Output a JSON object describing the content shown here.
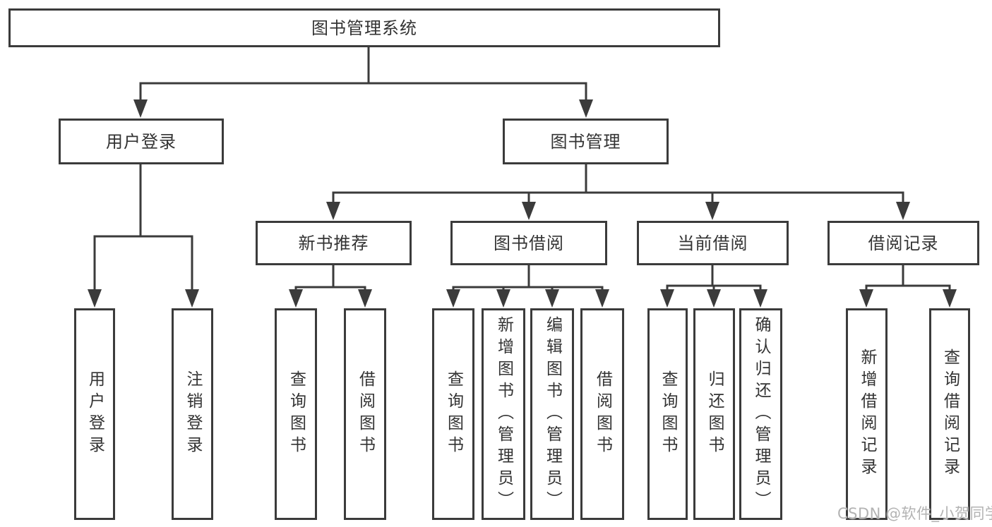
{
  "diagram": {
    "title": "图书管理系统",
    "branches": [
      {
        "label": "用户登录",
        "children": [
          {
            "label": "用户登录"
          },
          {
            "label": "注销登录"
          }
        ]
      },
      {
        "label": "图书管理",
        "children": [
          {
            "label": "新书推荐",
            "children": [
              {
                "label": "查询图书"
              },
              {
                "label": "借阅图书"
              }
            ]
          },
          {
            "label": "图书借阅",
            "children": [
              {
                "label": "查询图书"
              },
              {
                "label": "新增图书（管理员）"
              },
              {
                "label": "编辑图书（管理员）"
              },
              {
                "label": "借阅图书"
              }
            ]
          },
          {
            "label": "当前借阅",
            "children": [
              {
                "label": "查询图书"
              },
              {
                "label": "归还图书"
              },
              {
                "label": "确认归还（管理员）"
              }
            ]
          },
          {
            "label": "借阅记录",
            "children": [
              {
                "label": "新增借阅记录"
              },
              {
                "label": "查询借阅记录"
              }
            ]
          }
        ]
      }
    ]
  },
  "watermark": "CSDN @软件_小贺同学",
  "colors": {
    "background": "#ffffff",
    "stroke": "#3b3b3b",
    "text": "#333333",
    "watermark": "#b3b3b3"
  }
}
